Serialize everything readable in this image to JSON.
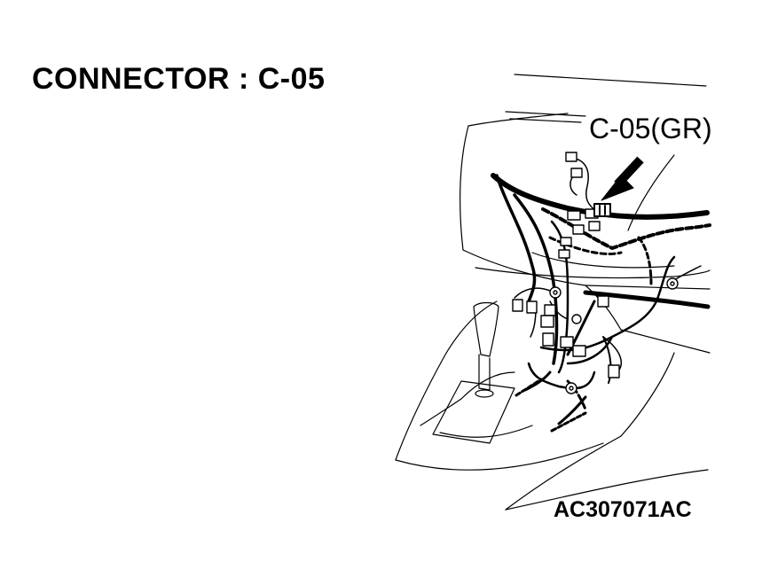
{
  "title": "CONNECTOR : C-05",
  "callout": {
    "label": "C-05(GR)"
  },
  "figure_id": "AC307071AC",
  "icons": {
    "arrow": "pointer-arrow-icon"
  },
  "colors": {
    "ink": "#000000",
    "paper": "#ffffff"
  }
}
